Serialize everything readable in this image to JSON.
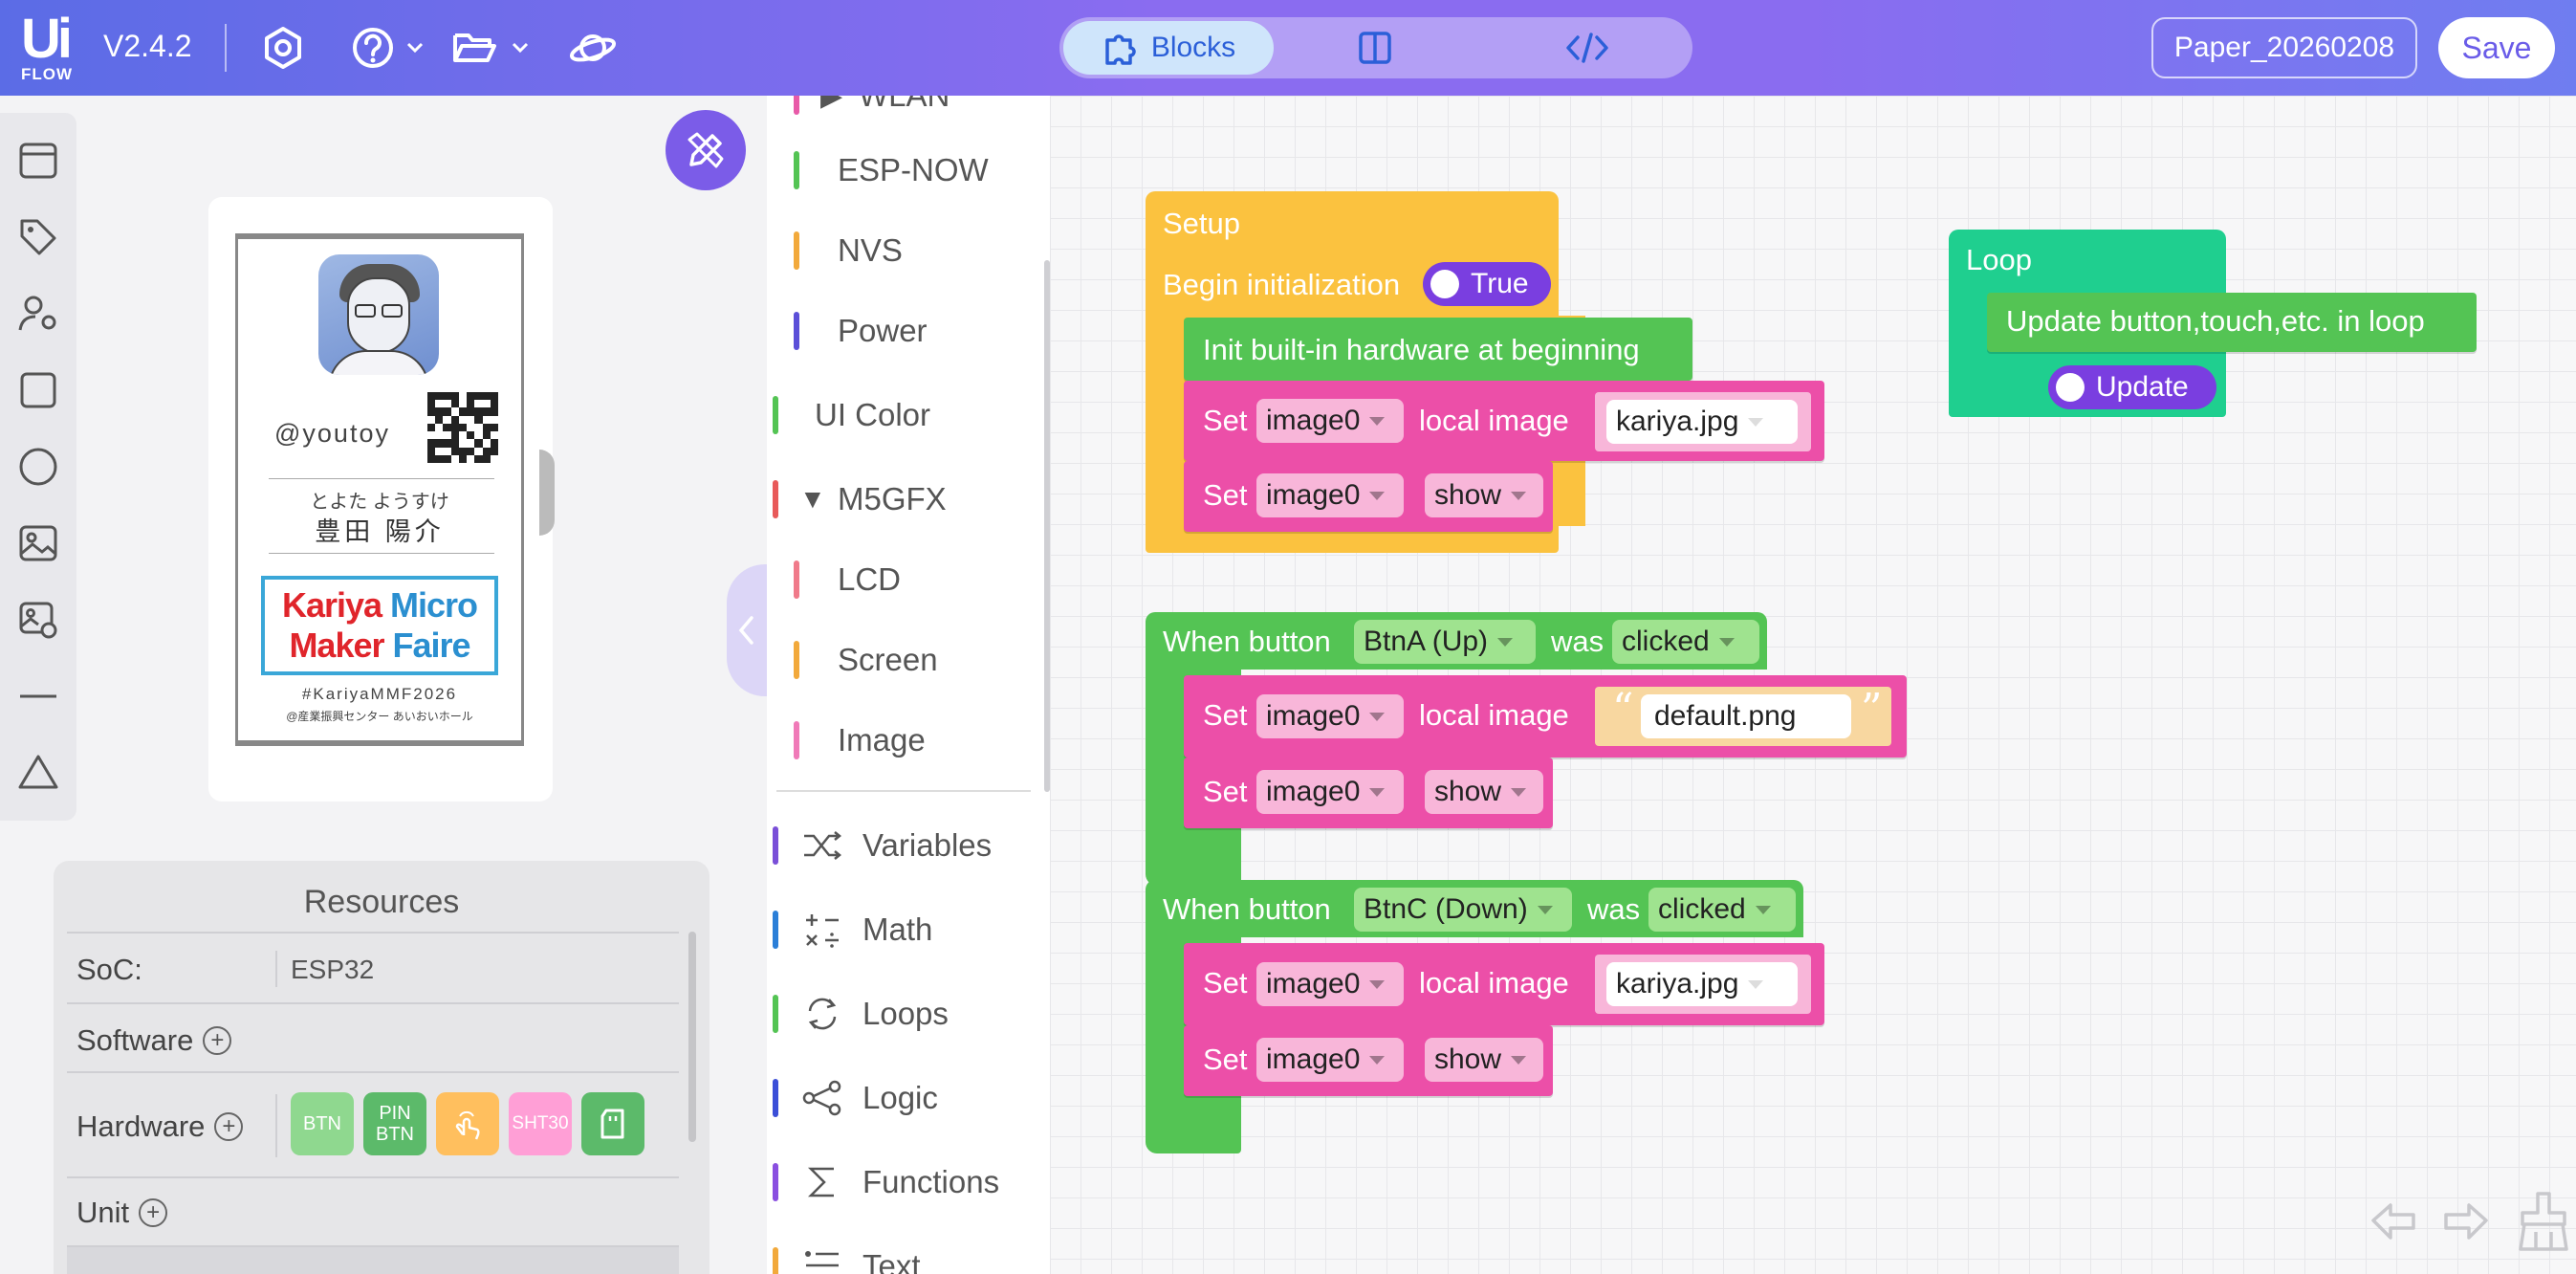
{
  "app": {
    "logo_top": "Ui",
    "logo_bottom": "FLOW",
    "version": "V2.4.2",
    "project_name": "Paper_20260208",
    "save_label": "Save",
    "view_tabs": [
      {
        "label": "Blocks",
        "icon": "puzzle-icon"
      },
      {
        "label": "",
        "icon": "split-view-icon"
      },
      {
        "label": "",
        "icon": "code-icon"
      }
    ],
    "accent": "#7b5ce8"
  },
  "rail": {
    "icons": [
      "window-icon",
      "tag-icon",
      "user-settings-icon",
      "rectangle-icon",
      "circle-icon",
      "image-icon",
      "image-gallery-icon",
      "line-icon",
      "triangle-icon"
    ]
  },
  "device_screen": {
    "handle": "@youtoy",
    "name_kana": "とよた ようすけ",
    "name_kanji": "豊田 陽介",
    "banner_line1": "Kariya Micro",
    "banner_line2": "Maker Faire",
    "hashtag": "#KariyaMMF2026",
    "venue": "@産業振興センター あいおいホール"
  },
  "resources": {
    "title": "Resources",
    "soc_label": "SoC:",
    "soc_value": "ESP32",
    "software_label": "Software",
    "hardware_label": "Hardware",
    "unit_label": "Unit",
    "hardware_chips": [
      {
        "label": "BTN",
        "color": "#8fd88f"
      },
      {
        "label": "PIN BTN",
        "color": "#5cba6a"
      },
      {
        "label": "",
        "color": "#ffbf5e",
        "icon": "touch-icon"
      },
      {
        "label": "SHT30",
        "color": "#ff9fd6"
      },
      {
        "label": "",
        "color": "#5cba6a",
        "icon": "sd-card-icon"
      }
    ]
  },
  "palette": {
    "categories": [
      {
        "label": "WLAN",
        "color": "#e85aa8",
        "indent": true,
        "expanded": true
      },
      {
        "label": "ESP-NOW",
        "color": "#54c454",
        "indent": true
      },
      {
        "label": "NVS",
        "color": "#f2a93b",
        "indent": true
      },
      {
        "label": "Power",
        "color": "#5b4fd8",
        "indent": true
      },
      {
        "label": "UI Color",
        "color": "#54c454",
        "indent": false
      },
      {
        "label": "M5GFX",
        "color": "#e85a5a",
        "indent": true,
        "expanded": true
      },
      {
        "label": "LCD",
        "color": "#f07a8a",
        "indent": true
      },
      {
        "label": "Screen",
        "color": "#f2a93b",
        "indent": true
      },
      {
        "label": "Image",
        "color": "#f07ab8",
        "indent": true
      },
      {
        "label": "Variables",
        "color": "#7a4fd8",
        "icon": "shuffle-icon"
      },
      {
        "label": "Math",
        "color": "#2b7fd8",
        "icon": "math-icon"
      },
      {
        "label": "Loops",
        "color": "#54c454",
        "icon": "loop-icon"
      },
      {
        "label": "Logic",
        "color": "#3b4fd8",
        "icon": "logic-icon"
      },
      {
        "label": "Functions",
        "color": "#8a4fe0",
        "icon": "sigma-icon"
      },
      {
        "label": "Text",
        "color": "#f2a93b",
        "icon": "text-icon"
      }
    ]
  },
  "blocks": {
    "setup": {
      "title": "Setup",
      "begin_label": "Begin initialization",
      "begin_value": "True",
      "init_label": "Init built-in hardware at beginning",
      "set_label": "Set",
      "image_var": "image0",
      "local_image_label": "local image",
      "file": "kariya.jpg",
      "show_value": "show"
    },
    "loop": {
      "title": "Loop",
      "update_label": "Update button,touch,etc. in loop",
      "update_value": "Update"
    },
    "btn_a": {
      "when_label": "When button",
      "button": "BtnA (Up)",
      "was_label": "was",
      "event": "clicked",
      "set_label": "Set",
      "image_var": "image0",
      "local_image_label": "local image",
      "file": "default.png",
      "show_value": "show"
    },
    "btn_c": {
      "when_label": "When button",
      "button": "BtnC (Down)",
      "was_label": "was",
      "event": "clicked",
      "set_label": "Set",
      "image_var": "image0",
      "local_image_label": "local image",
      "file": "kariya.jpg",
      "show_value": "show"
    }
  },
  "colors": {
    "setup": "#fbc23f",
    "loop": "#1fcf8f",
    "event": "#54c454",
    "image_block": "#ec4fa8",
    "image_dd": "#f8b6d9",
    "event_dd": "#9fe38f",
    "string_block": "#f8d7a0"
  }
}
